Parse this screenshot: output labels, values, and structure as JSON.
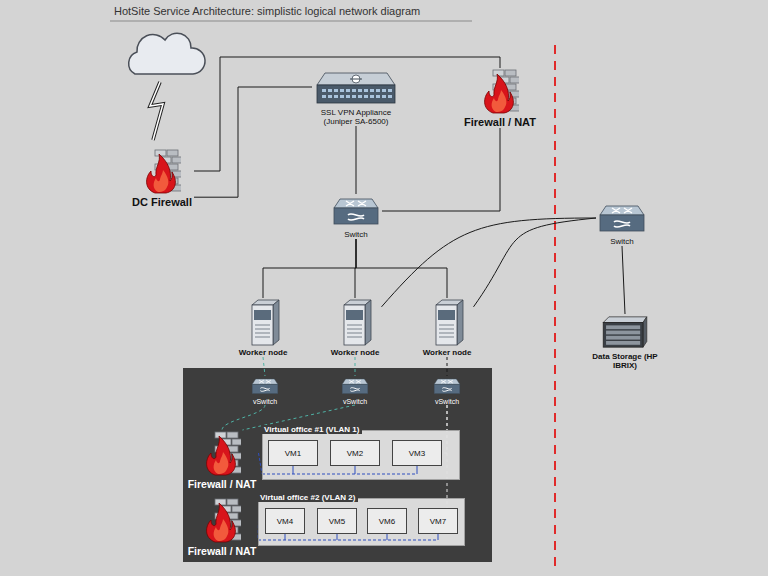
{
  "diagram": {
    "title": "HotSite Service Architecture: simplistic logical network diagram",
    "nodes": [
      {
        "text": [
          "DC Firewall"
        ]
      },
      {
        "text": [
          "SSL VPN Appliance (Juniper SA-6500)"
        ]
      },
      {
        "text": [
          "Firewall / NAT"
        ]
      },
      {
        "text": [
          "Switch"
        ]
      },
      {
        "text": [
          "Worker node"
        ]
      },
      {
        "text": [
          "Worker node"
        ]
      },
      {
        "text": [
          "Worker node"
        ]
      },
      {
        "text": [
          "Switch"
        ]
      },
      {
        "text": [
          "Data Storage (HP IBRIX)"
        ]
      },
      {
        "text": [
          "vSwitch"
        ]
      },
      {
        "text": [
          "vSwitch"
        ]
      },
      {
        "text": [
          "vSwitch"
        ]
      },
      {
        "text": [
          "Virtual office #1 (VLAN 1)"
        ]
      },
      {
        "text": [
          "VM1"
        ],
        "in": 12
      },
      {
        "text": [
          "VM2"
        ],
        "in": 12
      },
      {
        "text": [
          "VM3"
        ],
        "in": 12
      },
      {
        "text": [
          "Firewall / NAT"
        ]
      },
      {
        "text": [
          "Virtual office #2 (VLAN 2)"
        ]
      },
      {
        "text": [
          "VM4"
        ],
        "in": 17
      },
      {
        "text": [
          "VM5"
        ],
        "in": 17
      },
      {
        "text": [
          "VM6"
        ],
        "in": 17
      },
      {
        "text": [
          "VM7"
        ],
        "in": 17
      },
      {
        "text": [
          "Firewall / NAT"
        ]
      }
    ],
    "edges": [
      {
        "from": 0,
        "to": 1,
        "arrow": "none"
      },
      {
        "from": 0,
        "to": 2,
        "arrow": "none"
      },
      {
        "from": 1,
        "to": 3,
        "arrow": "none"
      },
      {
        "from": 2,
        "to": 3,
        "arrow": "none"
      },
      {
        "from": 3,
        "to": 4,
        "arrow": "none"
      },
      {
        "from": 3,
        "to": 5,
        "arrow": "none"
      },
      {
        "from": 3,
        "to": 6,
        "arrow": "none"
      },
      {
        "from": 5,
        "to": 7,
        "arrow": "none"
      },
      {
        "from": 6,
        "to": 7,
        "arrow": "none"
      },
      {
        "from": 7,
        "to": 8,
        "arrow": "none"
      },
      {
        "from": 4,
        "to": 9,
        "arrow": "none"
      },
      {
        "from": 5,
        "to": 10,
        "arrow": "none"
      },
      {
        "from": 6,
        "to": 11,
        "arrow": "none"
      },
      {
        "from": 9,
        "to": 16,
        "arrow": "none"
      },
      {
        "from": 10,
        "to": 16,
        "arrow": "none"
      },
      {
        "from": 11,
        "to": 15,
        "arrow": "none"
      },
      {
        "from": 11,
        "to": 21,
        "arrow": "none"
      },
      {
        "from": 16,
        "to": 12,
        "arrow": "none"
      },
      {
        "from": 22,
        "to": 17,
        "arrow": "none"
      }
    ]
  }
}
